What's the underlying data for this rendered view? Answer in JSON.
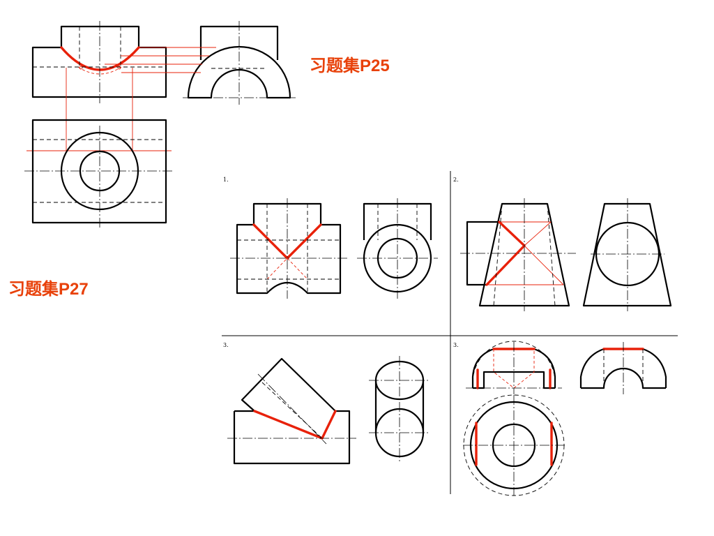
{
  "headings": {
    "p25": "习题集P25",
    "p27": "习题集P27"
  },
  "exercise_numbers": [
    "1.",
    "2.",
    "3.",
    "3."
  ],
  "colors": {
    "heading_red": "#e8410a",
    "construction_red": "#e8210a",
    "line_black": "#000000",
    "background": "#ffffff"
  }
}
